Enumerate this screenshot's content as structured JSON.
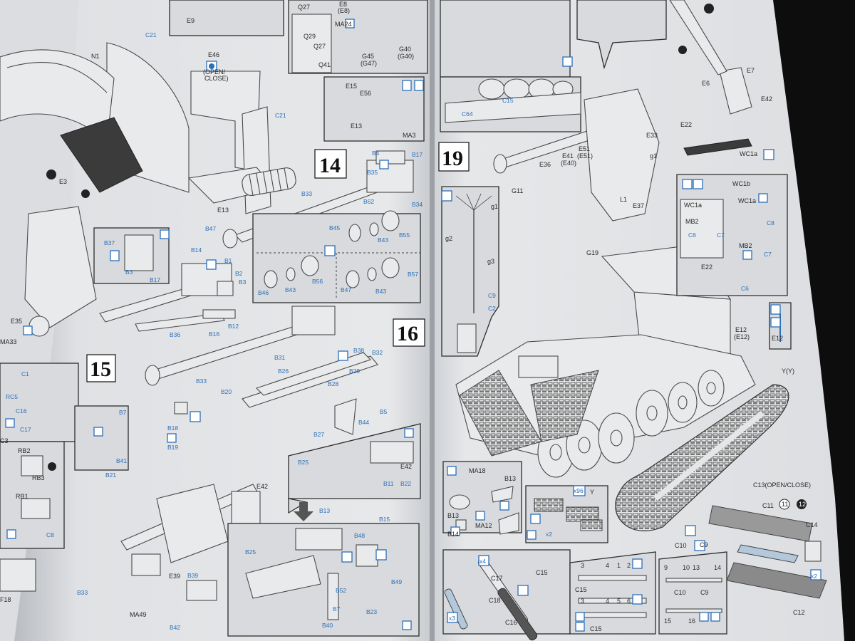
{
  "left_page": {
    "step_numbers": [
      "14",
      "15",
      "16"
    ],
    "labels": {
      "e46": "E46",
      "open_close": "(OPEN/",
      "close": "CLOSE)",
      "c21_top": "C21",
      "c21": "C21",
      "e9": "E9",
      "q27": "Q27",
      "q27b": "Q27",
      "q29": "Q29",
      "q41": "Q41",
      "e8": "E8",
      "e8b": "(E8)",
      "ma24": "MA24",
      "g45": "G45",
      "g47": "(G47)",
      "g40": "G40",
      "g40b": "(G40)",
      "e15": "E15",
      "e56": "E56",
      "e13": "E13",
      "ma3": "MA3",
      "e13b": "E13",
      "b4": "B4",
      "b17": "B17",
      "b35": "B35",
      "b33": "B33",
      "b62": "B62",
      "b34": "B34",
      "b47": "B47",
      "b45": "B45",
      "b55": "B55",
      "b43": "B43",
      "b46": "B46",
      "b43b": "B43",
      "b56": "B56",
      "b47b": "B47",
      "b43c": "B43",
      "b57": "B57",
      "b14": "B14",
      "b1": "B1",
      "b2": "B2",
      "b3": "B3",
      "b37": "B37",
      "b3b": "B3",
      "b17b": "B17",
      "b16": "B16",
      "b12": "B12",
      "b36": "B36",
      "b33b": "B33",
      "b38": "B38",
      "b32": "B32",
      "b31": "B31",
      "b26": "B26",
      "b29": "B29",
      "b28": "B28",
      "b20": "B20",
      "b5": "B5",
      "b44": "B44",
      "b27": "B27",
      "b18": "B18",
      "b19": "B19",
      "b7": "B7",
      "b41": "B41",
      "b21": "B21",
      "e42": "E42",
      "b25": "B25",
      "b11": "B11",
      "b22": "B22",
      "b13": "B13",
      "b15": "B15",
      "e42b": "E42",
      "b48": "B48",
      "b25b": "B25",
      "b52": "B52",
      "b49": "B49",
      "b23": "B23",
      "b7b": "B7",
      "b40": "B40",
      "e39": "E39",
      "b39": "B39",
      "ma49": "MA49",
      "b42": "B42",
      "b33c": "B33",
      "n1": "N1",
      "e3": "E3",
      "e35": "E35",
      "ma33": "MA33",
      "c1": "C1",
      "rc5": "RC5",
      "c16": "C16",
      "c17": "C17",
      "rb2": "RB2",
      "rb3": "RB3",
      "rb1": "RB1",
      "c8": "C8",
      "c3": "C3",
      "f18": "F18"
    }
  },
  "right_page": {
    "step_number": "19",
    "labels": {
      "c64": "C64",
      "c15_top": "C15",
      "e33": "E33",
      "e22": "E22",
      "wc1a": "WC1a",
      "e6": "E6",
      "e7": "E7",
      "e42": "E42",
      "e36": "E36",
      "e41": "E41",
      "e40": "(E40)",
      "e51": "E51",
      "e51b": "(E51)",
      "g11": "G11",
      "g1_top": "g1",
      "l1": "L1",
      "e37": "E37",
      "g19": "G19",
      "g1": "g1",
      "g2": "g2",
      "g3": "g3",
      "c9": "C9",
      "c2": "C2",
      "wc1b": "WC1b",
      "wc1a_b": "WC1a",
      "wc1a_c": "WC1a",
      "mb2": "MB2",
      "c6": "C6",
      "c7": "C7",
      "c8": "C8",
      "mb2b": "MB2",
      "c7b": "C7",
      "e22b": "E22",
      "c6b": "C6",
      "e12": "E12",
      "e12b": "(E12)",
      "e12c": "E12",
      "yy": "Y(Y)",
      "ma18": "MA18",
      "b13": "B13",
      "b13b": "B13",
      "b14": "B14",
      "ma12": "MA12",
      "x96": "x96",
      "y": "Y",
      "x2": "x2",
      "c13": "C13(OPEN/CLOSE)",
      "c11": "C11",
      "c14": "C14",
      "c10": "C10",
      "c9b": "C9",
      "c12": "C12",
      "x2b": "x2",
      "x4": "x4",
      "c15": "C15",
      "c17": "C17",
      "c18": "C18",
      "c16": "C16",
      "c15b": "C15",
      "c15c": "C15",
      "c10b": "C10",
      "c9c": "C9",
      "x3": "x3",
      "n3": "3",
      "n4": "4",
      "n1": "1",
      "n2": "2",
      "n3b": "3",
      "n4b": "4",
      "n5": "5",
      "n6": "6",
      "n9": "9",
      "n10": "10",
      "n13": "13",
      "n14": "14",
      "n15": "15",
      "n16": "16",
      "n11": "11",
      "n12": "12"
    }
  },
  "colors": {
    "paper": "#e9eaec",
    "ink": "#2a2a2a",
    "accent_blue": "#2b6fb8",
    "background": "#0d0d0d"
  }
}
